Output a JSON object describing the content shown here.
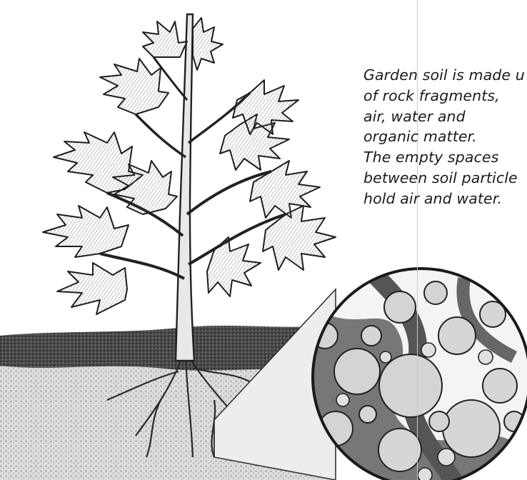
{
  "caption": {
    "lines": [
      "Garden soil is made u",
      "of rock fragments,",
      "air, water and",
      "organic matter.",
      "The empty spaces",
      "between soil particle",
      "hold air and water."
    ]
  },
  "colors": {
    "ink": "#1c1c1c",
    "soil_dark": "#3a3a3a",
    "soil_light": "#dedede",
    "particle_fill": "#d6d6d6",
    "organic_matter": "#6b6b6b"
  },
  "icons": {
    "plant": "tomato-plant-illustration",
    "magnifier": "soil-magnification-circle"
  }
}
